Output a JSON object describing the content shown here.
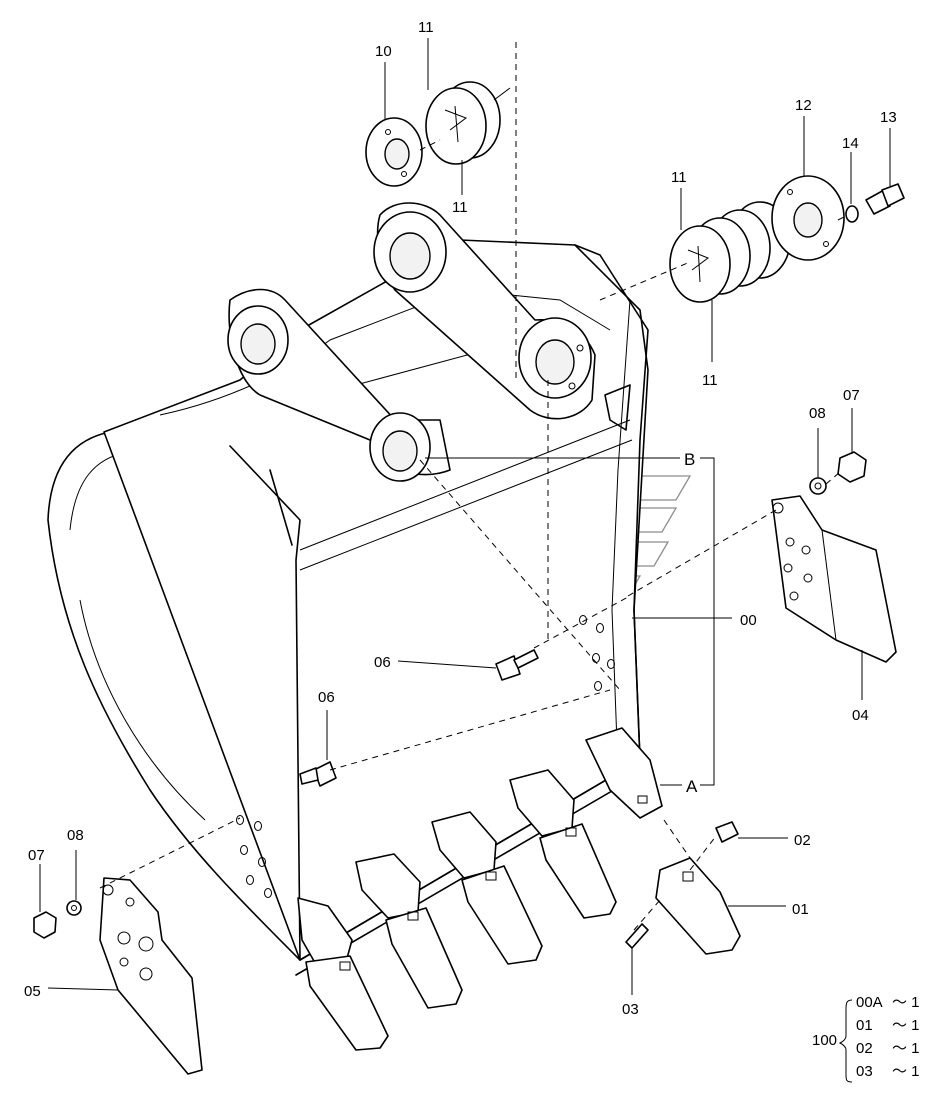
{
  "labels": {
    "p00": "00",
    "p01": "01",
    "p02": "02",
    "p03": "03",
    "p04": "04",
    "p05": "05",
    "p06a": "06",
    "p06b": "06",
    "p07a": "07",
    "p07b": "07",
    "p08a": "08",
    "p08b": "08",
    "p10": "10",
    "p11a": "11",
    "p11b": "11",
    "p11c": "11",
    "p11d": "11",
    "p12": "12",
    "p13": "13",
    "p14": "14",
    "refA": "A",
    "refB": "B"
  },
  "kit": {
    "number": "100",
    "rows": [
      {
        "part": "00A",
        "qty": "～ 1"
      },
      {
        "part": "01",
        "qty": "～ 1"
      },
      {
        "part": "02",
        "qty": "～ 1"
      },
      {
        "part": "03",
        "qty": "～ 1"
      }
    ]
  }
}
